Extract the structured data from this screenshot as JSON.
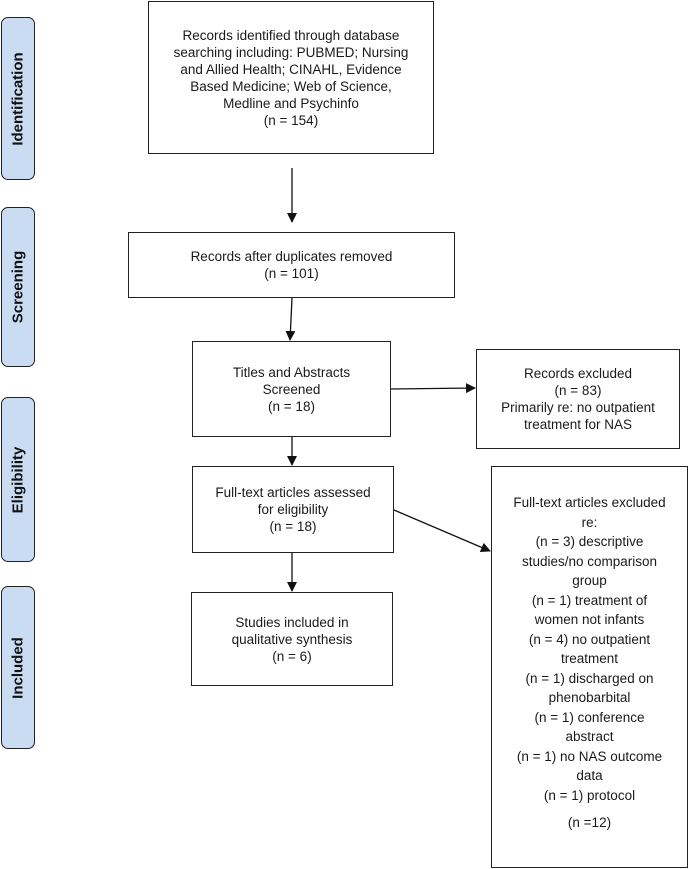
{
  "stages": {
    "identification": "Identification",
    "screening": "Screening",
    "eligibility": "Eligibility",
    "included": "Included"
  },
  "boxes": {
    "identified": {
      "lines": [
        "Records identified through database",
        "searching including: PUBMED; Nursing",
        "and Allied Health; CINAHL, Evidence",
        "Based Medicine; Web of Science,",
        "Medline and Psychinfo",
        "(n = 154)"
      ]
    },
    "after_duplicates": {
      "lines": [
        "Records after duplicates removed",
        "(n = 101)"
      ]
    },
    "screened": {
      "lines": [
        "Titles and Abstracts",
        "Screened",
        "(n = 18)"
      ]
    },
    "excluded_records": {
      "lines": [
        "Records excluded",
        "(n = 83)",
        "Primarily re: no outpatient",
        "treatment for NAS"
      ]
    },
    "fulltext_assessed": {
      "lines": [
        "Full-text articles assessed",
        "for eligibility",
        "(n = 18)"
      ]
    },
    "included_studies": {
      "lines": [
        "Studies included in",
        "qualitative synthesis",
        "(n = 6)"
      ]
    },
    "fulltext_excluded": {
      "lines": [
        "Full-text articles excluded",
        "re:",
        "(n = 3) descriptive",
        "studies/no comparison",
        "group",
        "(n = 1) treatment of",
        "women not infants",
        "(n = 4) no outpatient",
        "treatment",
        "(n = 1) discharged on",
        "phenobarbital",
        "(n = 1) conference",
        "abstract",
        "(n = 1) no NAS outcome",
        "data",
        "(n = 1) protocol"
      ],
      "total": "(n =12)"
    }
  }
}
